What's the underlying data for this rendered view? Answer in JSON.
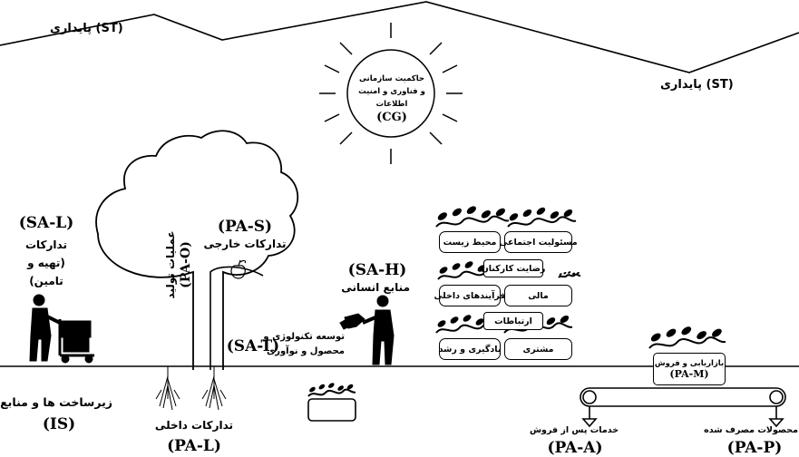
{
  "mountain": {
    "label_left": "(ST) پایداری",
    "label_right": "(ST) پایداری"
  },
  "governance": {
    "lines": [
      "حاکمیت سازمانی",
      "و فناوری و امنیت",
      "اطلاعات"
    ],
    "code": "(CG)"
  },
  "logistics_left": {
    "code": "(SA-L)",
    "line1": "تدارکات",
    "line2": "(تهیه و",
    "line3": "تامین)"
  },
  "tree": {
    "external_code": "(PA-S)",
    "external_label": "تدارکات خارجی",
    "production_label": "عملیات تولید",
    "production_code": "(PA-O)",
    "internal_label": "تدارکات داخلی",
    "internal_code": "(PA-L)"
  },
  "infrastructure": {
    "label": "زیرساخت ها و منابع",
    "code": "(IS)"
  },
  "technology": {
    "code": "(SA-T)",
    "line1": "توسعه تکنولوژی و",
    "line2": "محصول و نوآوری"
  },
  "human": {
    "code": "(SA-H)",
    "label": "منابع انسانی"
  },
  "balanced": {
    "row1": [
      "محیط زیست",
      "مسئولیت اجتماعی"
    ],
    "employee": "رضایت کارکنان",
    "row2": [
      "فرآیندهای داخلی",
      "مالی"
    ],
    "communications": "ارتباطات",
    "row3": [
      "یادگیری و رشد",
      "مشتری"
    ]
  },
  "marketing": {
    "label": "بازاریابی و فروش",
    "code": "(PA-M)"
  },
  "after_sales": {
    "label": "خدمات پس از فروش",
    "code": "(PA-A)"
  },
  "products": {
    "label": "محصولات مصرف شده",
    "code": "(PA-P)"
  },
  "icons": [
    "worker-cart-icon",
    "person-carrying-icon",
    "apple-icon",
    "sun-icon",
    "plant-icon",
    "conveyor-icon"
  ]
}
